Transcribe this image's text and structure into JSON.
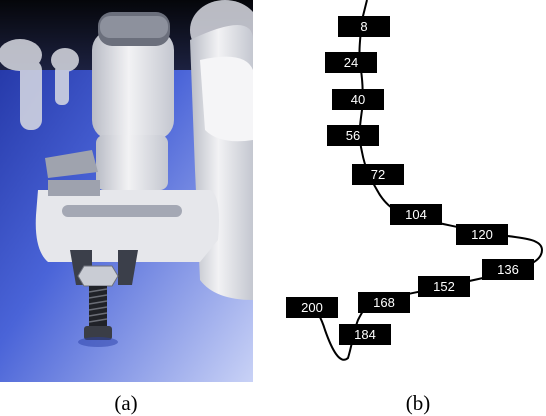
{
  "figure": {
    "captions": {
      "a": "(a)",
      "b": "(b)"
    }
  },
  "photo": {
    "icon": "robot-arm-gripper-screw-photo",
    "colors": {
      "floor": "#3f55c8",
      "floor_light": "#aab7f0",
      "body": "#e8e8ea",
      "shadow": "#9aa0b2",
      "dark": "#1a1a1a"
    }
  },
  "trajectory": {
    "labels": [
      "8",
      "24",
      "40",
      "56",
      "72",
      "104",
      "120",
      "136",
      "152",
      "168",
      "184",
      "200"
    ],
    "colors": {
      "box": "#000000",
      "text": "#ffffff",
      "line": "#000000"
    }
  }
}
